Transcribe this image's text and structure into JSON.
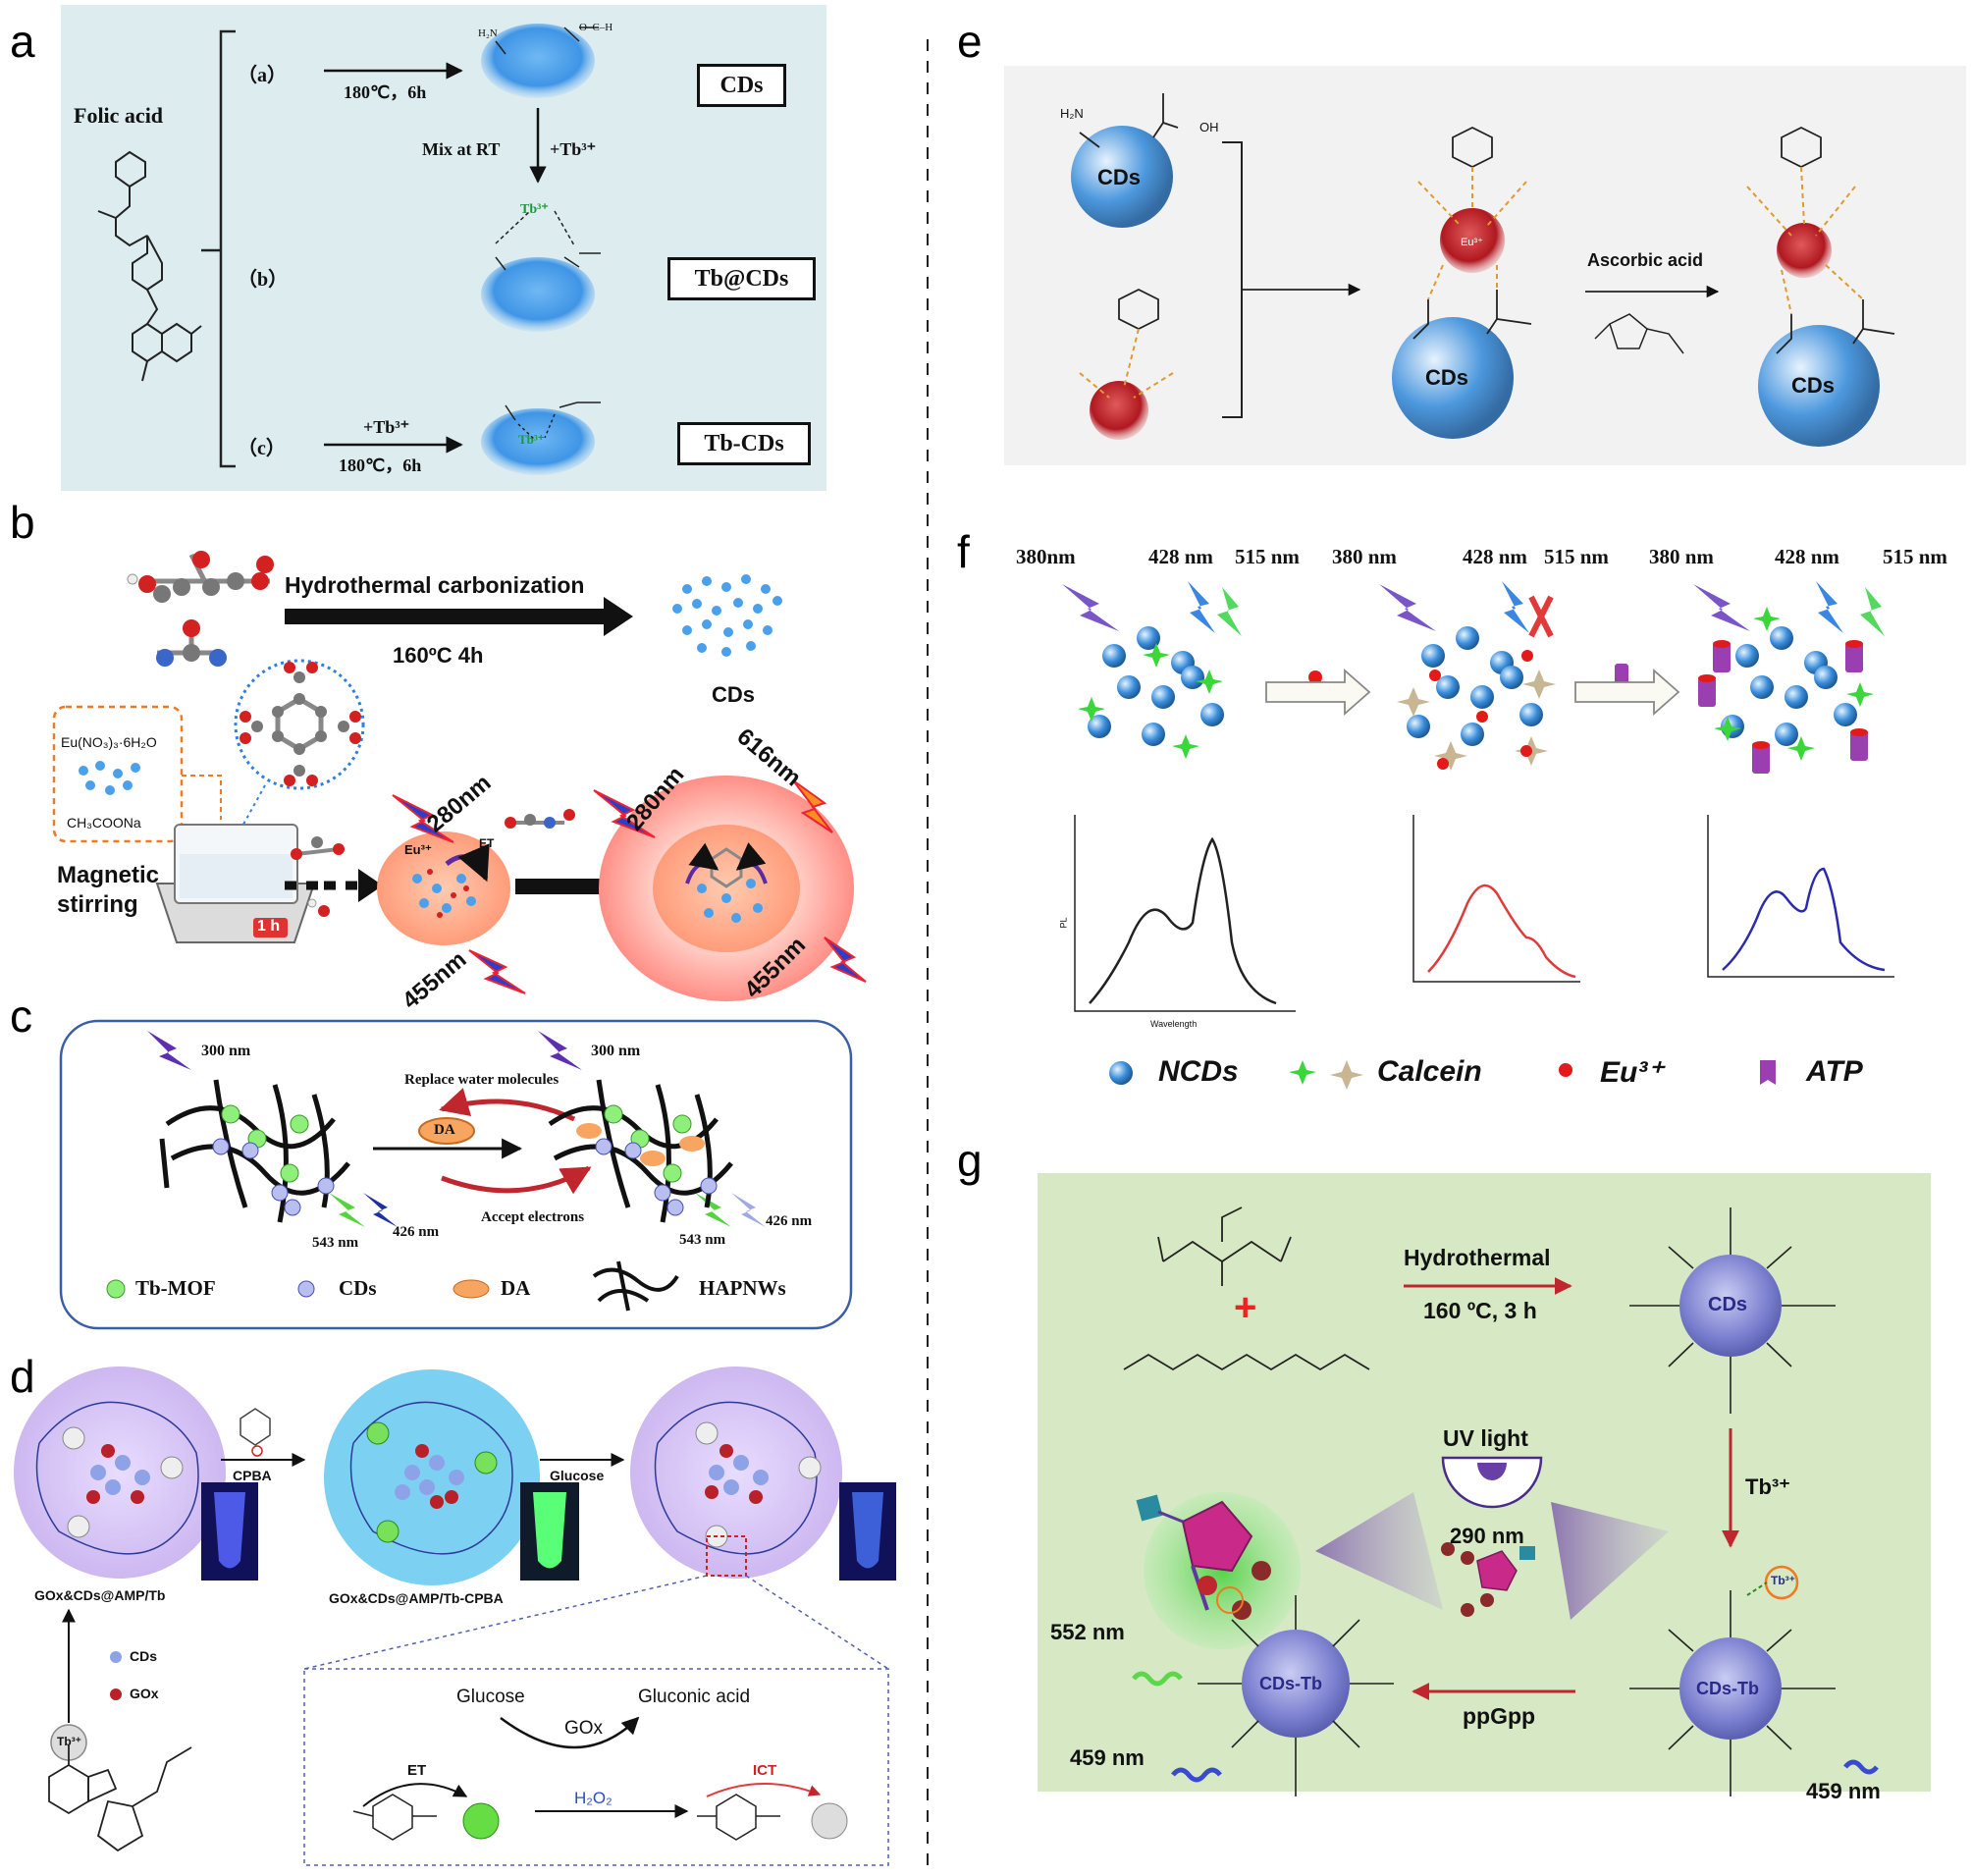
{
  "panels": {
    "a": {
      "label": "a",
      "folic": "Folic acid",
      "step_a": "（a）",
      "step_b": "（b）",
      "step_c": "（c）",
      "cond_a": "180℃，6h",
      "cond_c": "180℃，6h",
      "mix": "Mix at RT",
      "tb_add": "+Tb³⁺",
      "tb_add_c": "+Tb³⁺",
      "box_cds": "CDs",
      "box_tbatcds": "Tb@CDs",
      "box_tbcds": "Tb-CDs",
      "tb_ion": "Tb³⁺",
      "tb_ion_c": "Tb³⁺",
      "h2n": "H₂N",
      "cooh": "O–C–H"
    },
    "b": {
      "label": "b",
      "hydro": "Hydrothermal carbonization",
      "cond": "160ºC 4h",
      "cds": "CDs",
      "eu_salt": "Eu(NO₃)₃·6H₂O",
      "acetate": "CH₃COONa",
      "magnetic": "Magnetic",
      "stirring": "stirring",
      "time": "1 h",
      "w280a": "280nm",
      "w280b": "280nm",
      "w455a": "455nm",
      "w455b": "455nm",
      "w616": "616nm",
      "eu": "Eu³⁺",
      "et": "ET"
    },
    "c": {
      "label": "c",
      "w300a": "300 nm",
      "w300b": "300 nm",
      "replace": "Replace water molecules",
      "accept": "Accept electrons",
      "da": "DA",
      "w543a": "543 nm",
      "w426a": "426 nm",
      "w543b": "543 nm",
      "w426b": "426 nm",
      "legend_mof": "Tb-MOF",
      "legend_cds": "CDs",
      "legend_da": "DA",
      "legend_hap": "HAPNWs"
    },
    "d": {
      "label": "d",
      "cpba": "CPBA",
      "glucose_arrow": "Glucose",
      "left_name": "GOx&CDs@AMP/Tb",
      "mid_name": "GOx&CDs@AMP/Tb-CPBA",
      "cds": "CDs",
      "gox": "GOx",
      "tb": "Tb³⁺",
      "glucose": "Glucose",
      "gluconic": "Gluconic acid",
      "gox_enz": "GOx",
      "h2o2": "H₂O₂",
      "et": "ET",
      "ict": "ICT"
    },
    "e": {
      "label": "e",
      "cds1": "CDs",
      "cds2": "CDs",
      "cds3": "CDs",
      "ascorbic": "Ascorbic acid",
      "eu": "Eu³⁺",
      "h2n": "H₂N",
      "oh": "OH"
    },
    "f": {
      "label": "f",
      "wl": [
        "380nm",
        "428 nm",
        "515 nm",
        "380 nm",
        "428 nm",
        "515 nm",
        "380 nm",
        "428 nm",
        "515 nm"
      ],
      "legend_ncds": "NCDs",
      "legend_calcein": "Calcein",
      "legend_eu": "Eu³⁺",
      "legend_atp": "ATP",
      "pl": "PL",
      "wavelength": "Wavelength"
    },
    "g": {
      "label": "g",
      "hydro": "Hydrothermal",
      "cond": "160 ºC, 3 h",
      "cds": "CDs",
      "tb_arrow": "Tb³⁺",
      "uv": "UV light",
      "w290": "290 nm",
      "w552": "552 nm",
      "w459a": "459 nm",
      "w459b": "459 nm",
      "ppgpp": "ppGpp",
      "cdstb1": "CDs-Tb",
      "cdstb2": "CDs-Tb",
      "tb": "Tb³⁺"
    }
  },
  "colors": {
    "panel_a_bg": "#dcecef",
    "panel_e_bg": "#f2f2f2",
    "panel_g_bg": "#d6e8c4",
    "cds_blue": "#4aa0ea",
    "eu_red": "#b91f2a",
    "arrow_red": "#c0262d"
  }
}
